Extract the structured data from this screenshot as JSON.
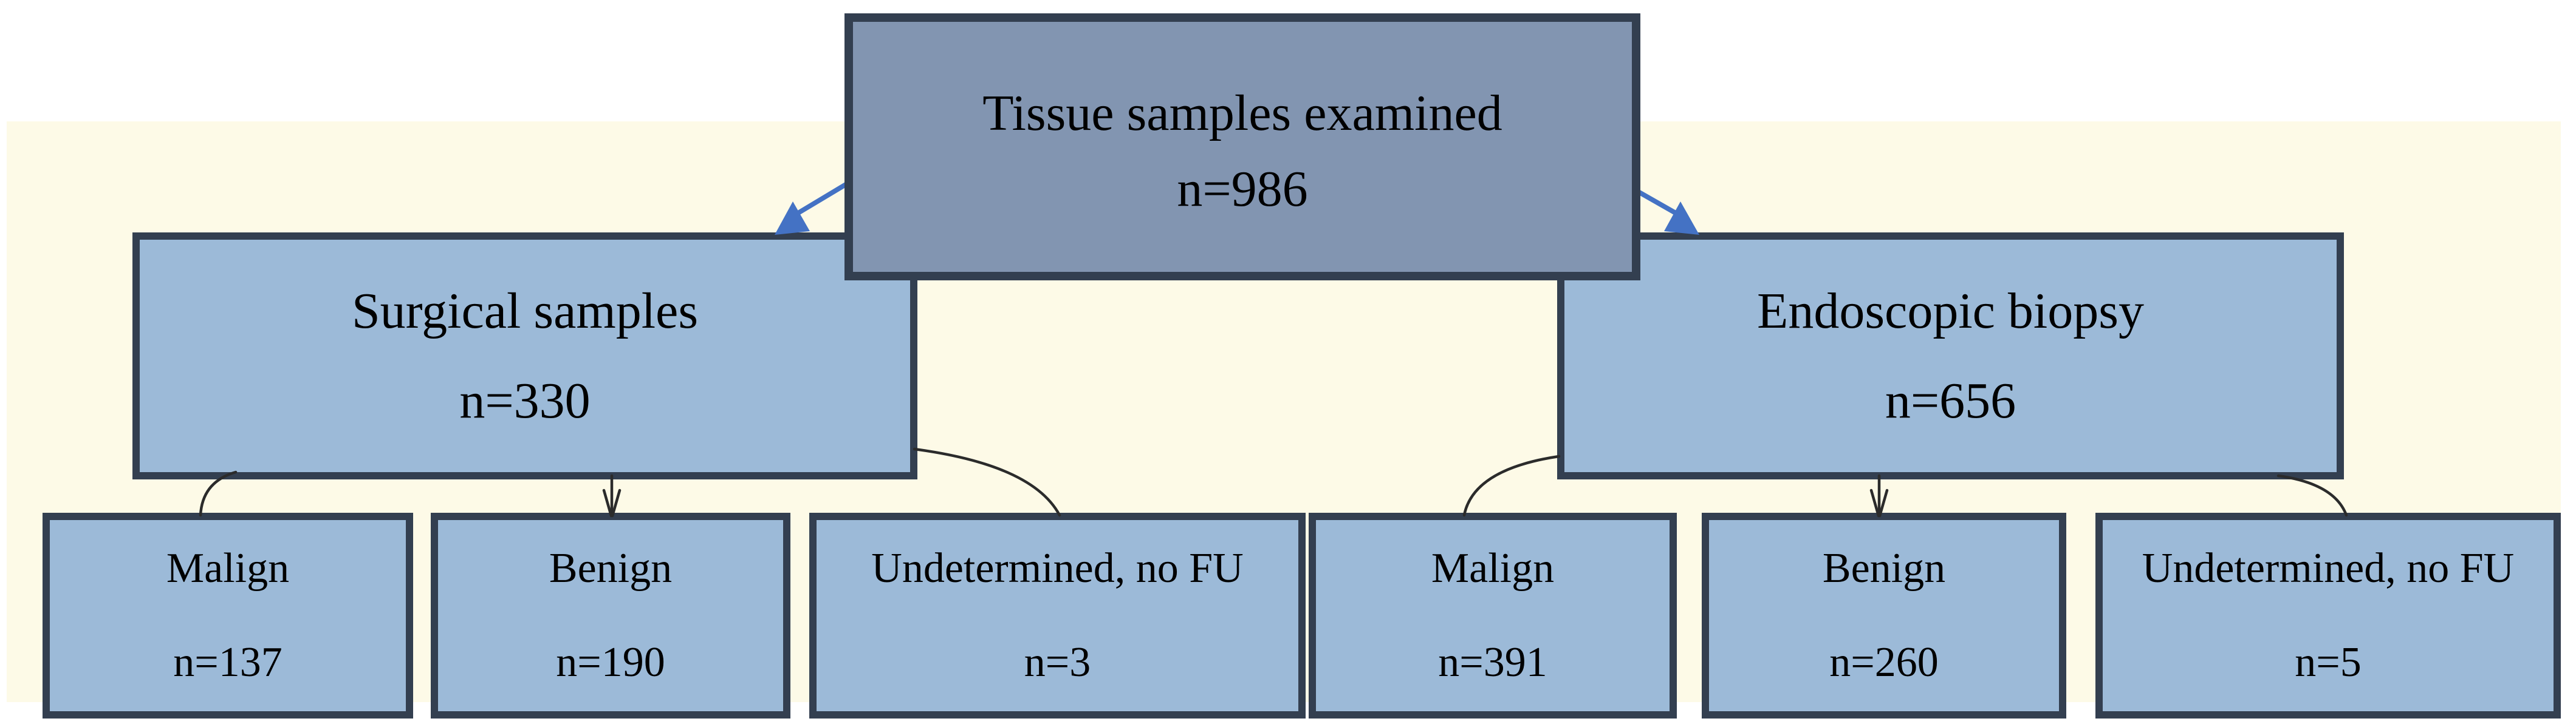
{
  "diagram": {
    "root": {
      "label": "Tissue samples examined",
      "count": "n=986"
    },
    "branches": [
      {
        "label": "Surgical samples",
        "count": "n=330",
        "children": [
          {
            "label": "Malign",
            "count": "n=137"
          },
          {
            "label": "Benign",
            "count": "n=190"
          },
          {
            "label": "Undetermined, no FU",
            "count": "n=3"
          }
        ]
      },
      {
        "label": "Endoscopic biopsy",
        "count": "n=656",
        "children": [
          {
            "label": "Malign",
            "count": "n=391"
          },
          {
            "label": "Benign",
            "count": "n=260"
          },
          {
            "label": "Undetermined, no FU",
            "count": "n=5"
          }
        ]
      }
    ],
    "colors": {
      "page_bg": "#ffffff",
      "background": "#fdfae7",
      "node_fill": "#9cbad8",
      "root_fill": "#8295b1",
      "node_border": "#333f50",
      "arrow_blue": "#4472c4",
      "connector_dark": "#2b2b2b",
      "text": "#000000"
    }
  }
}
